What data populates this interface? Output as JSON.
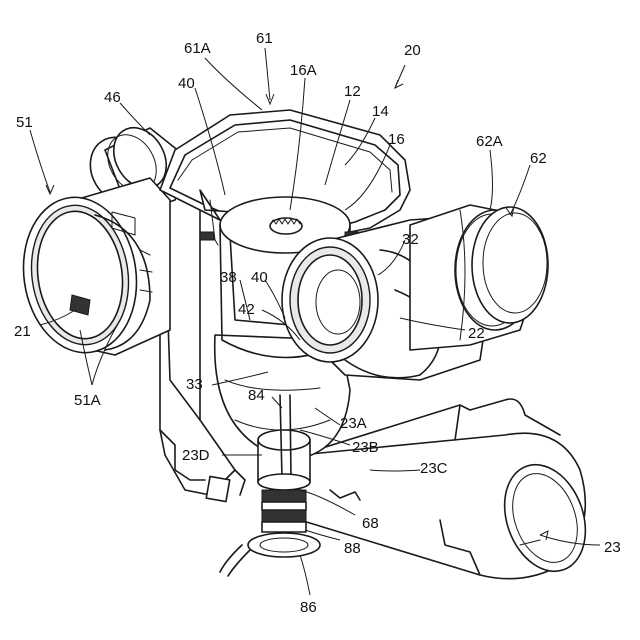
{
  "labels": {
    "l20": "20",
    "l61": "61",
    "l61A": "61A",
    "l16A": "16A",
    "l12": "12",
    "l14": "14",
    "l16": "16",
    "l40a": "40",
    "l46": "46",
    "l51": "51",
    "l62A": "62A",
    "l62": "62",
    "l32": "32",
    "l38": "38",
    "l40b": "40",
    "l42": "42",
    "l21": "21",
    "l22": "22",
    "l51A": "51A",
    "l33": "33",
    "l84": "84",
    "l23A": "23A",
    "l23B": "23B",
    "l23D": "23D",
    "l23C": "23C",
    "l68": "68",
    "l88": "88",
    "l23": "23",
    "l86": "86"
  }
}
